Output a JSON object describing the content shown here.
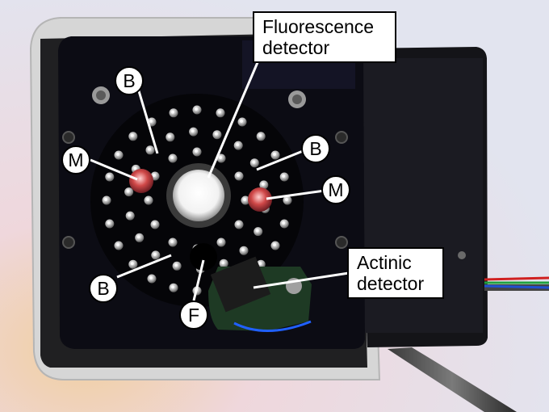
{
  "labels": {
    "fluorescence_line1": "Fluorescence",
    "fluorescence_line2": "detector",
    "actinic_line1": "Actinic",
    "actinic_line2": "detector",
    "b_top": "B",
    "b_right": "B",
    "b_bottom": "B",
    "m_left": "M",
    "m_right": "M",
    "f_bottom": "F"
  },
  "colors": {
    "background": "#e9d8e6",
    "housing": "#d9d9d9",
    "panel": "#0c0c14",
    "callout_fill": "#ffffff",
    "callout_stroke": "#000000"
  }
}
